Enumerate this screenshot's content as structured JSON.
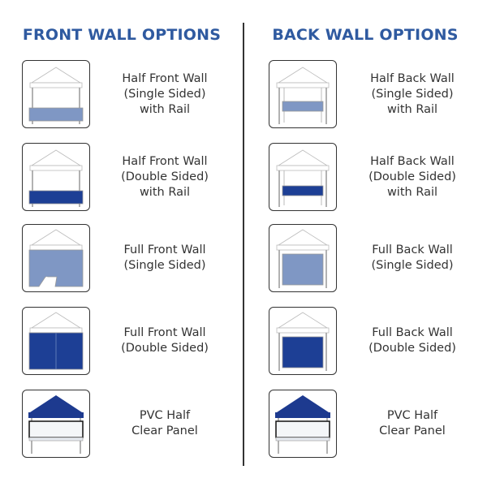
{
  "colors": {
    "heading": "#2f5aa0",
    "light_blue_wall": "#7f97c4",
    "dark_blue_wall": "#1d3f95",
    "canopy_white": "#ffffff",
    "canopy_blue": "#1d3a8f",
    "frame": "#999999"
  },
  "front": {
    "title": "FRONT WALL OPTIONS",
    "items": [
      {
        "lines": [
          "Half Front Wall",
          "(Single Sided)",
          "with Rail"
        ],
        "icon": "tent-half-wall-single-icon"
      },
      {
        "lines": [
          "Half Front Wall",
          "(Double Sided)",
          "with Rail"
        ],
        "icon": "tent-half-wall-double-icon"
      },
      {
        "lines": [
          "Full Front Wall",
          "(Single Sided)"
        ],
        "icon": "tent-full-wall-single-icon"
      },
      {
        "lines": [
          "Full Front Wall",
          "(Double Sided)"
        ],
        "icon": "tent-full-wall-double-icon"
      },
      {
        "lines": [
          "PVC Half",
          "Clear Panel"
        ],
        "icon": "tent-pvc-clear-panel-icon"
      }
    ]
  },
  "back": {
    "title": "BACK WALL OPTIONS",
    "items": [
      {
        "lines": [
          "Half Back Wall",
          "(Single Sided)",
          "with Rail"
        ],
        "icon": "tent-half-back-wall-single-icon"
      },
      {
        "lines": [
          "Half Back Wall",
          "(Double Sided)",
          "with Rail"
        ],
        "icon": "tent-half-back-wall-double-icon"
      },
      {
        "lines": [
          "Full Back Wall",
          "(Single Sided)"
        ],
        "icon": "tent-full-back-wall-single-icon"
      },
      {
        "lines": [
          "Full Back Wall",
          "(Double Sided)"
        ],
        "icon": "tent-full-back-wall-double-icon"
      },
      {
        "lines": [
          "PVC Half",
          "Clear Panel"
        ],
        "icon": "tent-pvc-back-clear-panel-icon"
      }
    ]
  }
}
